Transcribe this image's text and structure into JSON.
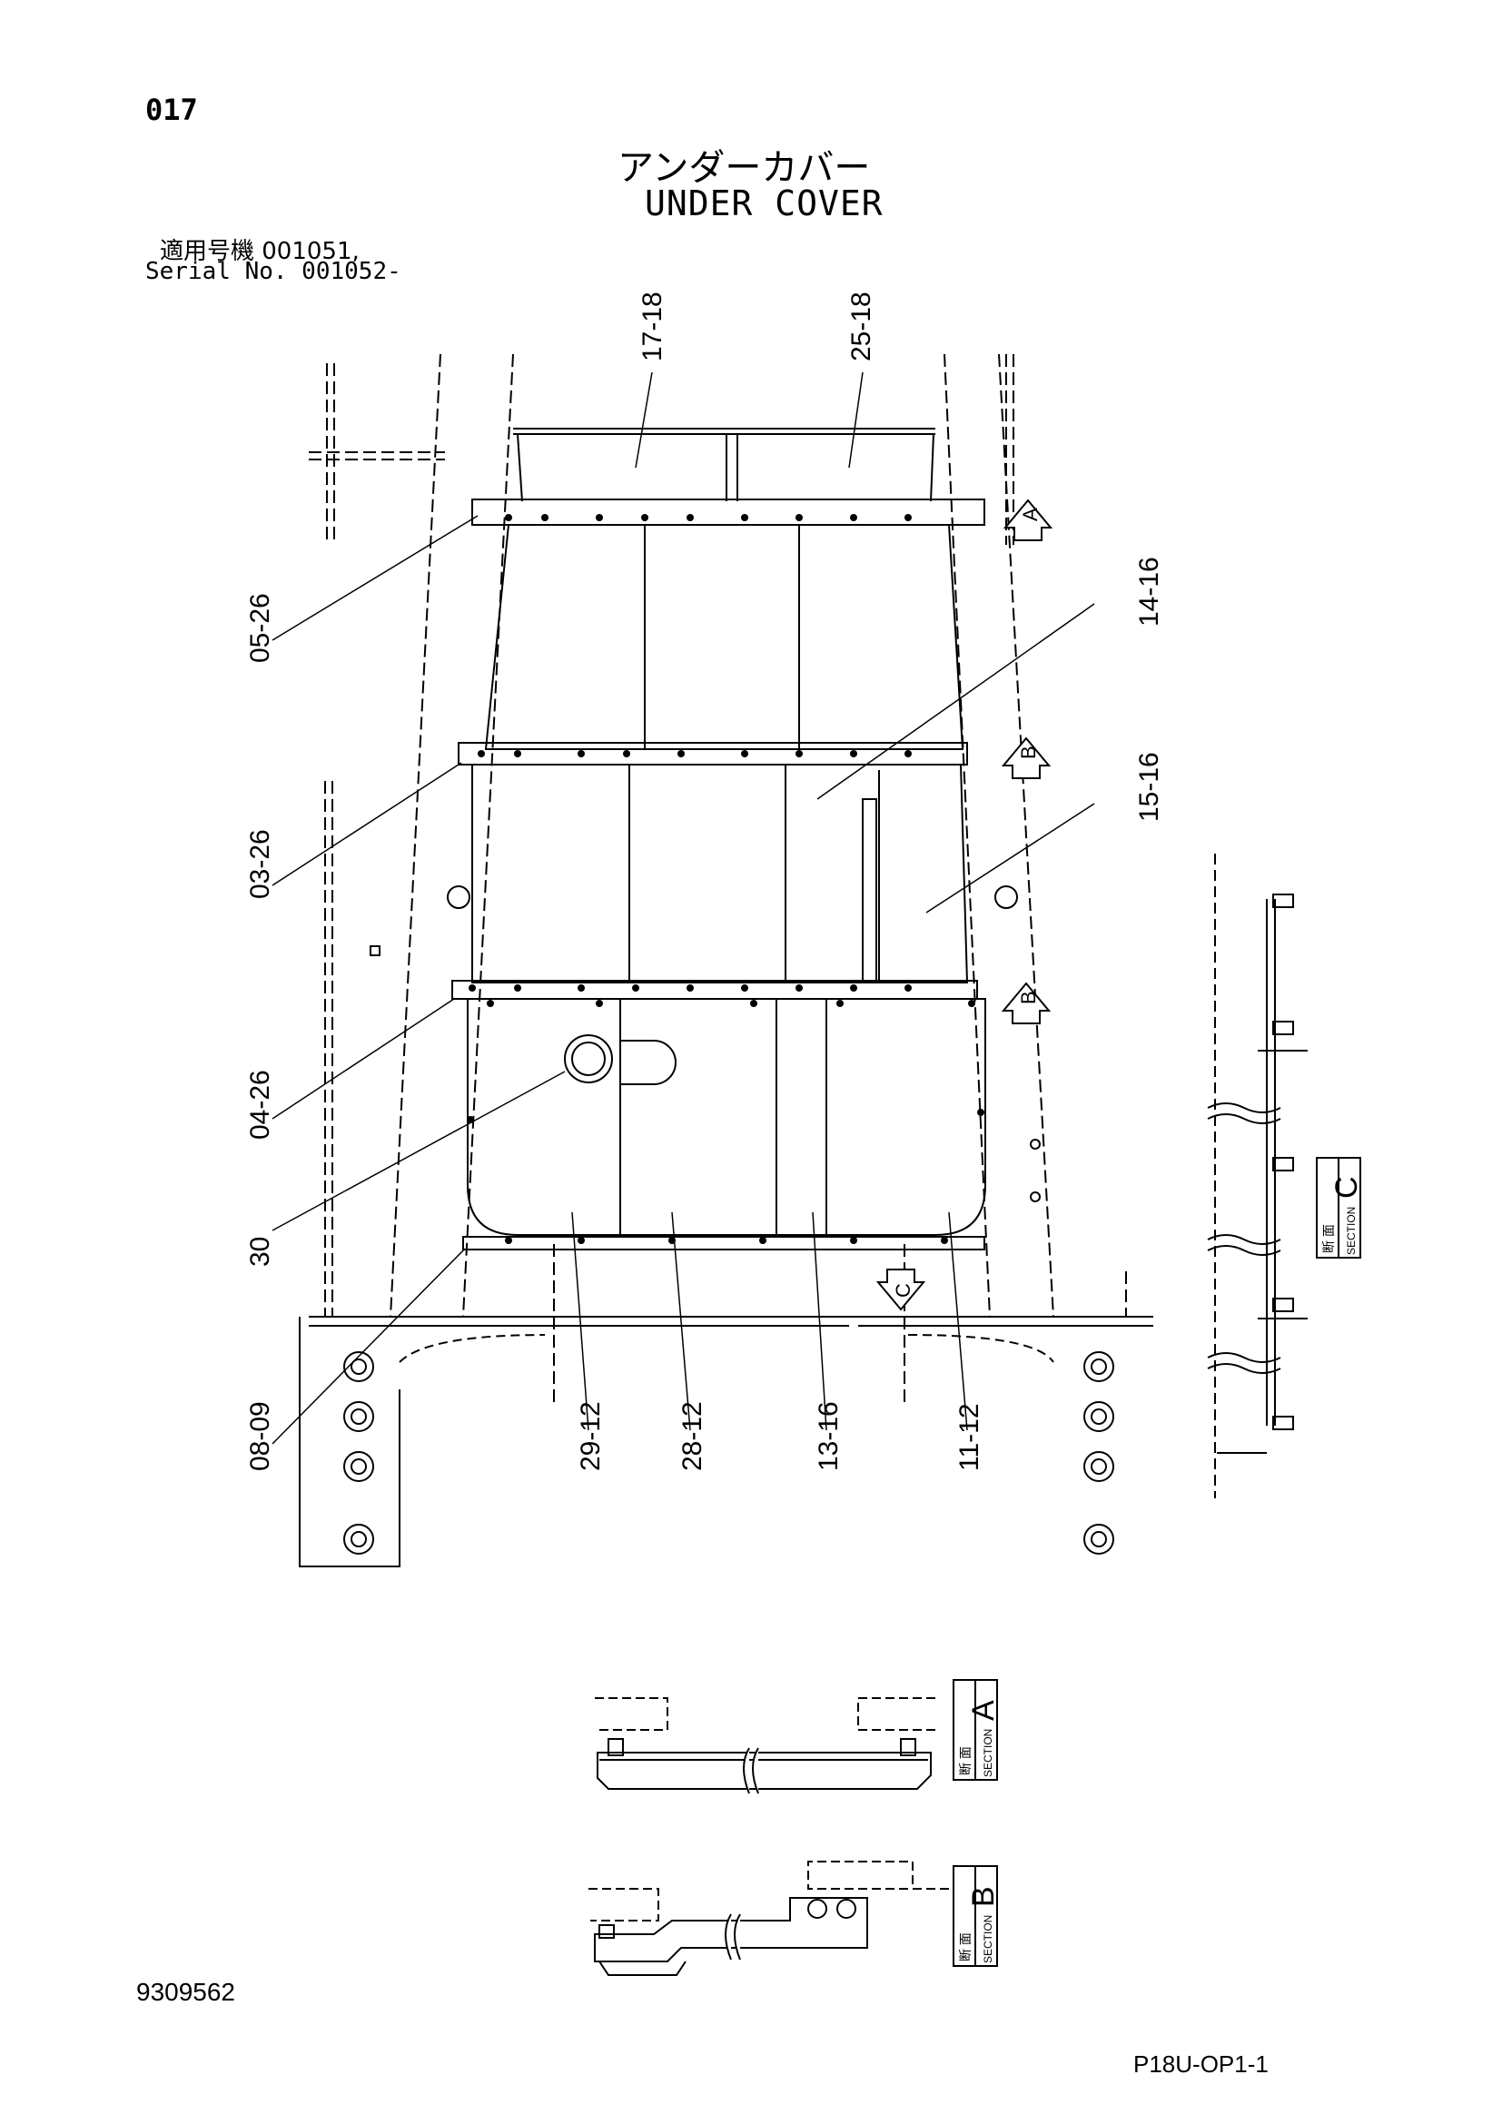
{
  "header": {
    "page_number": "017",
    "title_jp": "アンダーカバー",
    "title_en": "UNDER COVER",
    "serial_jp": "適用号機  001051,",
    "serial_en": "Serial No. 001052-"
  },
  "callouts": [
    {
      "id": "c1",
      "text": "17-18"
    },
    {
      "id": "c2",
      "text": "25-18"
    },
    {
      "id": "c3",
      "text": "05-26"
    },
    {
      "id": "c4",
      "text": "14-16"
    },
    {
      "id": "c5",
      "text": "03-26"
    },
    {
      "id": "c6",
      "text": "15-16"
    },
    {
      "id": "c7",
      "text": "04-26"
    },
    {
      "id": "c8",
      "text": "30"
    },
    {
      "id": "c9",
      "text": "08-09"
    },
    {
      "id": "c10",
      "text": "29-12"
    },
    {
      "id": "c11",
      "text": "28-12"
    },
    {
      "id": "c12",
      "text": "13-16"
    },
    {
      "id": "c13",
      "text": "11-12"
    }
  ],
  "section_markers": {
    "a": "A",
    "b": "B",
    "c": "C"
  },
  "section_labels": {
    "jp": "断 面",
    "en": "SECTION",
    "c_letter": "C",
    "a_letter": "A",
    "b_letter": "B"
  },
  "footer": {
    "doc_number": "9309562",
    "sheet_id": "P18U-OP1-1"
  },
  "colors": {
    "line": "#000000",
    "background": "#ffffff"
  }
}
